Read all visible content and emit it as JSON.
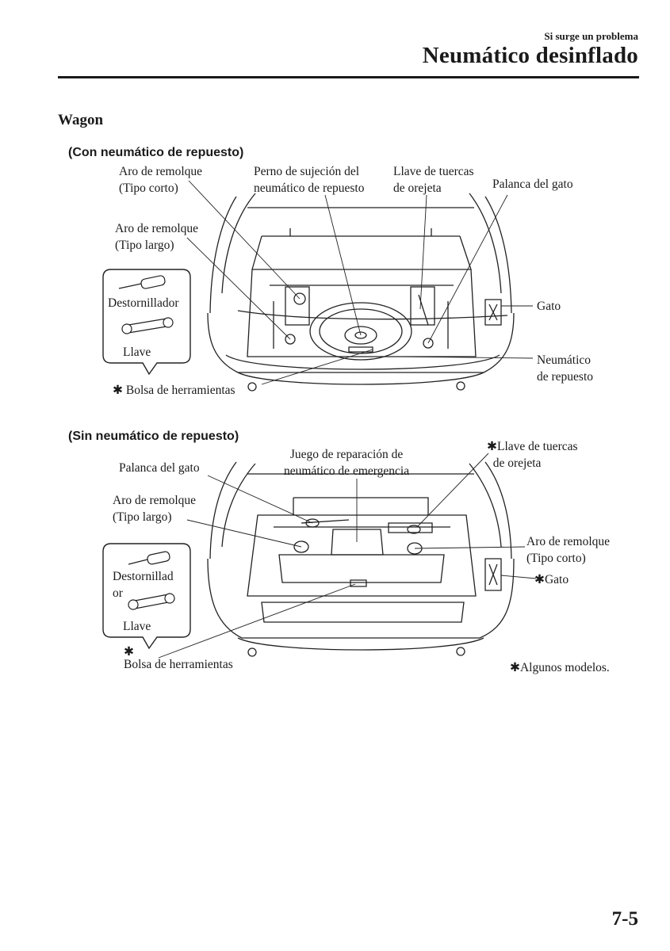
{
  "header": {
    "section": "Si surge un problema",
    "title": "Neumático desinflado"
  },
  "section_heading": "Wagon",
  "figure1": {
    "title": "(Con neumático de repuesto)",
    "labels": {
      "aro_corto": "Aro de remolque\n(Tipo corto)",
      "perno": "Perno de sujeción del\nneumático de repuesto",
      "llave_tuercas": "Llave de tuercas\nde orejeta",
      "palanca_gato": "Palanca del gato",
      "aro_largo": "Aro de remolque\n(Tipo largo)",
      "destornillador": "Destornillador",
      "llave": "Llave",
      "gato": "Gato",
      "neumatico_repuesto": "Neumático\nde repuesto",
      "bolsa": "✱ Bolsa de herramientas"
    }
  },
  "figure2": {
    "title": "(Sin neumático de repuesto)",
    "labels": {
      "juego": "Juego de reparación de\nneumático de emergencia",
      "llave_tuercas": "✱Llave de tuercas\n  de orejeta",
      "palanca_gato": "Palanca del gato",
      "aro_largo": "Aro de remolque\n(Tipo largo)",
      "aro_corto": "Aro de remolque\n(Tipo corto)",
      "destornillador": "Destornillad\nor",
      "llave": "Llave",
      "gato": "✱Gato",
      "bolsa": "✱\nBolsa de herramientas",
      "footnote": "✱Algunos modelos."
    }
  },
  "page_number": "7-5",
  "icons": [
    "screwdriver-icon",
    "wrench-icon",
    "tool-bag-callout-icon"
  ]
}
